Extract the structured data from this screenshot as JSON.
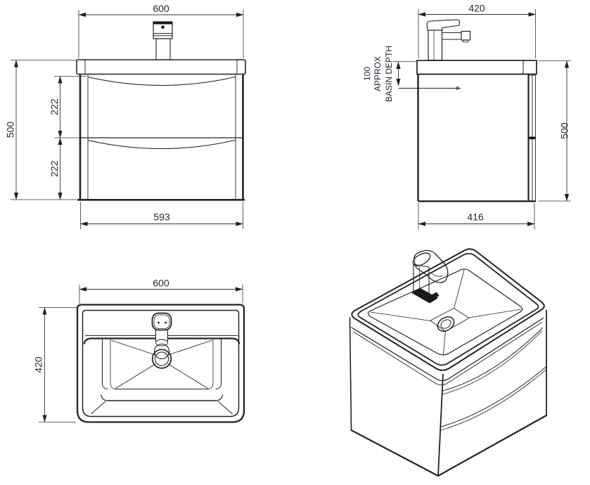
{
  "drawing": {
    "type": "vanity-unit-technical-drawing",
    "background": "#ffffff",
    "line_color": "#222222",
    "dim_text_color": "#1d2633",
    "views": {
      "front": {
        "label": "front-elevation",
        "dims": {
          "overall_width": "600",
          "overall_height": "500",
          "top_drawer_height": "222",
          "bottom_drawer_height": "222",
          "cabinet_width": "593"
        }
      },
      "side": {
        "label": "side-elevation",
        "dims": {
          "overall_depth": "420",
          "basin_depth_value": "100",
          "basin_depth_word1": "APPROX",
          "basin_depth_word2": "BASIN DEPTH",
          "overall_height": "500",
          "cabinet_depth": "416"
        }
      },
      "plan": {
        "label": "plan-view",
        "dims": {
          "overall_width": "600",
          "overall_depth": "420"
        }
      },
      "isometric": {
        "label": "isometric-view"
      }
    }
  }
}
